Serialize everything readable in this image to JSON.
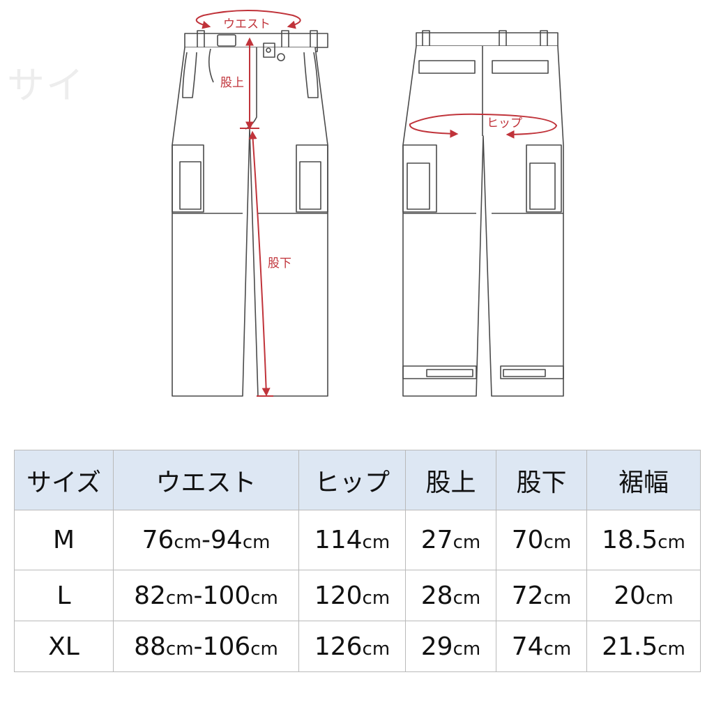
{
  "watermark": "サイ",
  "diagram": {
    "waist_label": "ウエスト",
    "rise_label": "股上",
    "inseam_label": "股下",
    "hip_label": "ヒップ"
  },
  "table": {
    "headers": [
      "サイズ",
      "ウエスト",
      "ヒップ",
      "股上",
      "股下",
      "裾幅"
    ],
    "unit": "cm",
    "rows": [
      {
        "size": "M",
        "waist_min": "76",
        "waist_max": "94",
        "hip": "114",
        "rise": "27",
        "inseam": "70",
        "hem": "18.5"
      },
      {
        "size": "L",
        "waist_min": "82",
        "waist_max": "100",
        "hip": "120",
        "rise": "28",
        "inseam": "72",
        "hem": "20"
      },
      {
        "size": "XL",
        "waist_min": "88",
        "waist_max": "106",
        "hip": "126",
        "rise": "29",
        "inseam": "74",
        "hem": "21.5"
      }
    ]
  },
  "colors": {
    "accent": "#c0333a",
    "header_bg": "#dde7f3",
    "line": "#4a4a4a",
    "grid": "#b9b9b9"
  }
}
